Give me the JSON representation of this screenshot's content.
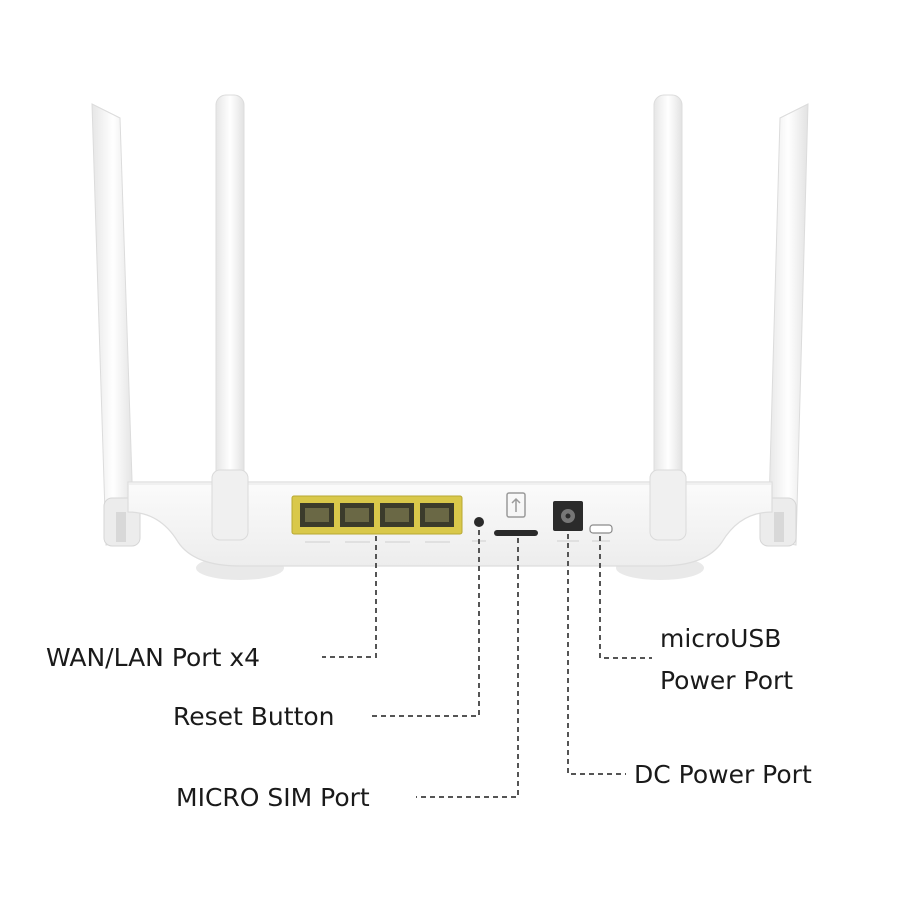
{
  "callouts": {
    "wan_lan": "WAN/LAN Port x4",
    "reset": "Reset Button",
    "micro_sim": "MICRO SIM Port",
    "dc_power": "DC Power Port",
    "microusb_line1": "microUSB",
    "microusb_line2": "Power Port"
  },
  "colors": {
    "router_body": "#f2f2f2",
    "port_panel": "#d9c84a",
    "leader_line": "#555555",
    "text": "#1a1a1a"
  }
}
